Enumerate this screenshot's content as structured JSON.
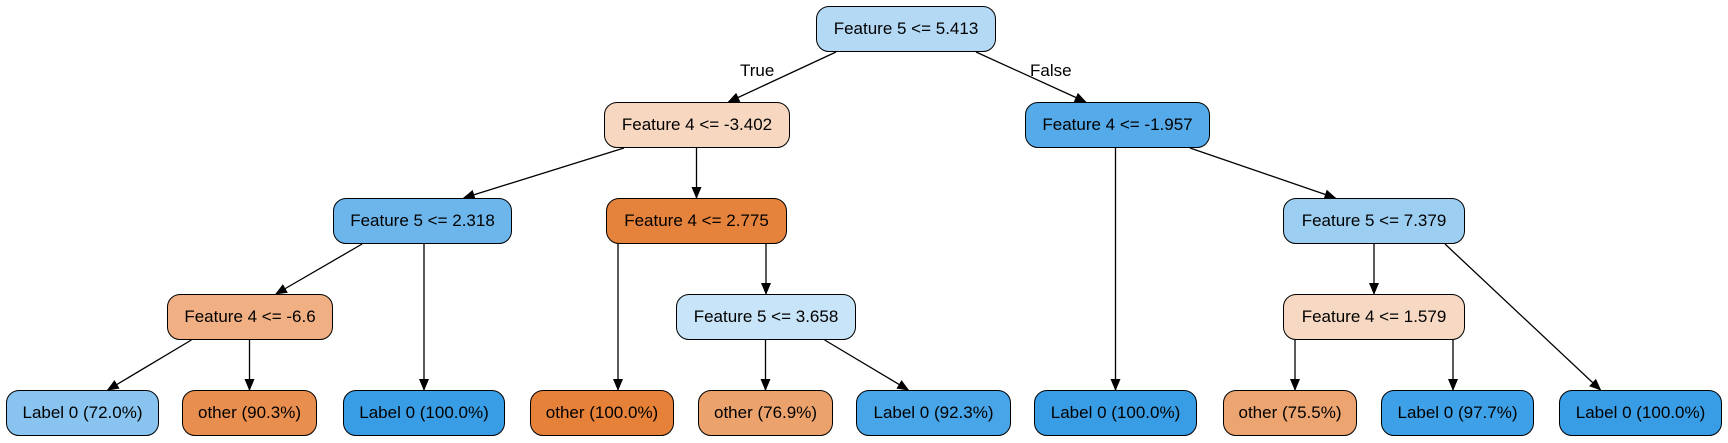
{
  "edge_labels": {
    "true": "True",
    "false": "False"
  },
  "nodes": {
    "root": {
      "label": "Feature 5 <= 5.413",
      "fill": "#b4d9f5"
    },
    "l": {
      "label": "Feature 4 <= -3.402",
      "fill": "#f8d7c0"
    },
    "r": {
      "label": "Feature 4 <= -1.957",
      "fill": "#55abe9"
    },
    "ll": {
      "label": "Feature 5 <= 2.318",
      "fill": "#6cb6ec"
    },
    "lr": {
      "label": "Feature 4 <= 2.775",
      "fill": "#e5833c"
    },
    "rr": {
      "label": "Feature 5 <= 7.379",
      "fill": "#9ccef2"
    },
    "lll": {
      "label": "Feature 4 <= -6.6",
      "fill": "#f0b083"
    },
    "lrr": {
      "label": "Feature 5 <= 3.658",
      "fill": "#c8e4f8"
    },
    "rrl": {
      "label": "Feature 4 <= 1.579",
      "fill": "#f7d9c3"
    },
    "leaf1": {
      "label": "Label 0 (72.0%)",
      "fill": "#88c4ef"
    },
    "leaf2": {
      "label": "other (90.3%)",
      "fill": "#e88e4e"
    },
    "leaf3": {
      "label": "Label 0 (100.0%)",
      "fill": "#399de5"
    },
    "leaf4": {
      "label": "other (100.0%)",
      "fill": "#e58139"
    },
    "leaf5": {
      "label": "other (76.9%)",
      "fill": "#eca26d"
    },
    "leaf6": {
      "label": "Label 0 (92.3%)",
      "fill": "#48a5e7"
    },
    "leaf7": {
      "label": "Label 0 (100.0%)",
      "fill": "#399de5"
    },
    "leaf8": {
      "label": "other (75.5%)",
      "fill": "#eca470"
    },
    "leaf9": {
      "label": "Label 0 (97.7%)",
      "fill": "#3ea0e6"
    },
    "leaf10": {
      "label": "Label 0 (100.0%)",
      "fill": "#399de5"
    }
  },
  "edges": [
    [
      "root",
      "l"
    ],
    [
      "root",
      "r"
    ],
    [
      "l",
      "ll"
    ],
    [
      "l",
      "lr"
    ],
    [
      "r",
      "leaf7"
    ],
    [
      "r",
      "rr"
    ],
    [
      "ll",
      "lll"
    ],
    [
      "ll",
      "leaf3"
    ],
    [
      "lr",
      "leaf4"
    ],
    [
      "lr",
      "lrr"
    ],
    [
      "rr",
      "rrl"
    ],
    [
      "rr",
      "leaf10"
    ],
    [
      "lll",
      "leaf1"
    ],
    [
      "lll",
      "leaf2"
    ],
    [
      "lrr",
      "leaf5"
    ],
    [
      "lrr",
      "leaf6"
    ],
    [
      "rrl",
      "leaf8"
    ],
    [
      "rrl",
      "leaf9"
    ]
  ]
}
